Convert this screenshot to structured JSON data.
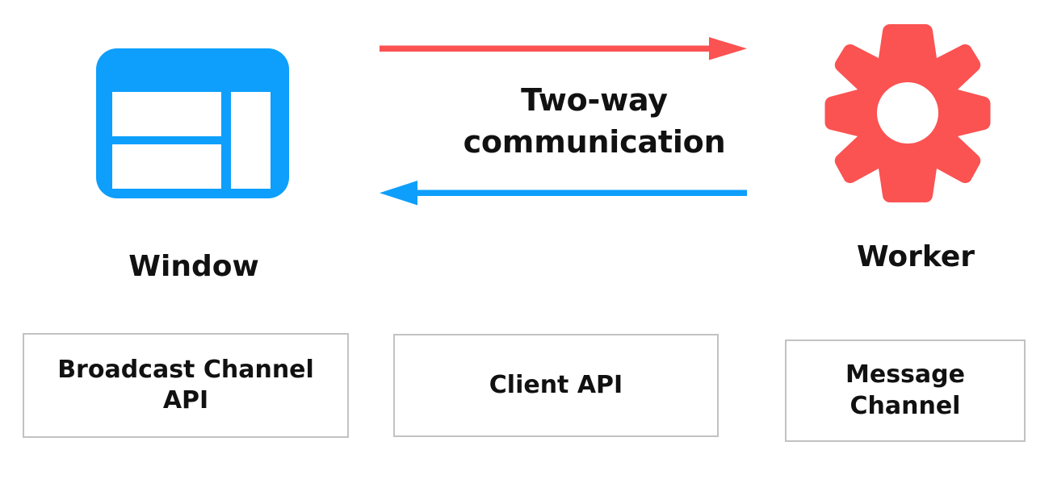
{
  "diagram": {
    "title": "Two-way communication between Window and Worker",
    "colors": {
      "blue": "#0d9ffb",
      "red": "#fb5252",
      "box_border": "#c2c2c2",
      "text": "#111111",
      "background": "#ffffff"
    },
    "caption": {
      "line1": "Two-way",
      "line2": "communication"
    },
    "nodes": [
      {
        "id": "window",
        "label": "Window",
        "icon": "browser-window-icon",
        "color": "#0d9ffb"
      },
      {
        "id": "worker",
        "label": "Worker",
        "icon": "gear-icon",
        "color": "#fb5252"
      }
    ],
    "arrows": [
      {
        "id": "window-to-worker",
        "direction": "right",
        "color": "#fb5252",
        "from": "window",
        "to": "worker"
      },
      {
        "id": "worker-to-window",
        "direction": "left",
        "color": "#0d9ffb",
        "from": "worker",
        "to": "window"
      }
    ],
    "api_boxes": [
      {
        "id": "broadcast-channel-api",
        "label": "Broadcast Channel\nAPI"
      },
      {
        "id": "client-api",
        "label": "Client API"
      },
      {
        "id": "message-channel",
        "label": "Message\nChannel"
      }
    ]
  }
}
